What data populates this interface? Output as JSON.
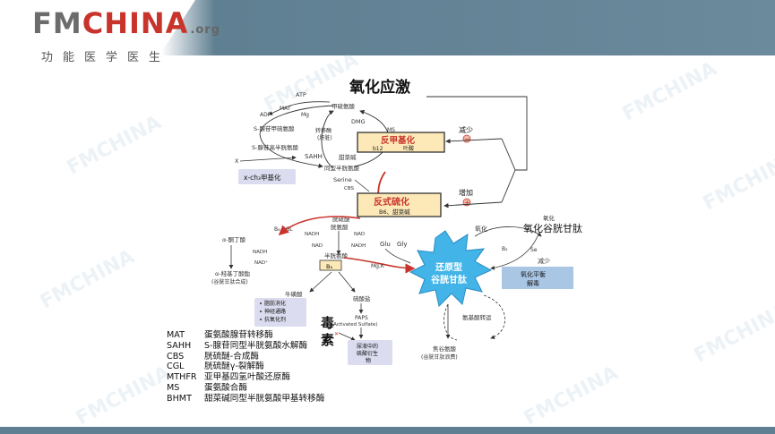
{
  "header": {
    "logo_main_a": "FM",
    "logo_main_b": "CHINA",
    "logo_org": ".org",
    "logo_sub": "功能医学医生"
  },
  "diagram": {
    "title": "氧化应激",
    "atp": "ATP",
    "adp": "ADP",
    "mat": "MAT",
    "mg": "Mg",
    "sam": "S-腺苷甲硫氨酸",
    "sah": "S-腺苷高半胱氨酸",
    "sahh": "SAHH",
    "x": "X",
    "xch3": "x-ch₃甲基化",
    "methionine": "甲硫氨酸",
    "dmg": "DMG",
    "ms": "MS",
    "transmethylase_1": "转移酶",
    "transmethylase_2": "(肝脏)",
    "betaine": "甜菜碱",
    "homocysteine": "同型半胱氨酸",
    "remethylation": "反甲基化",
    "b12": "b12",
    "folate": "叶酸",
    "decrease": "减少",
    "increase": "增加",
    "minus": "−",
    "plus": "+",
    "serine": "Serine",
    "cbs": "CBS",
    "transsulfuration": "反式硫化",
    "b6_betaine": "B6、甜菜碱",
    "cystathionine_1": "胱硫醚",
    "cystathionine_2": "胱氨酸",
    "b6cgl": "B₆  CGL",
    "nadh1": "NADH",
    "nad1": "NAD",
    "nadh2": "NADH",
    "nad2": "NAD",
    "nadh3": "NADH",
    "nadplus": "NAD⁺",
    "alpha_keto": "α-酮丁酸",
    "alpha_hydroxy_1": "α-羟基丁酸酯",
    "alpha_hydroxy_2": "(谷胱甘肽合成)",
    "cysteine": "半胱氨酸",
    "b6": "B₆",
    "glu": "Glu",
    "gly": "Gly",
    "mgk": "Mg,K",
    "gsh_1": "还原型",
    "gsh_2": "谷胱甘肽",
    "oxidation": "氧化",
    "oxidized_gsh": "氧化谷胱甘肽",
    "b2": "B₂",
    "se": "Se",
    "reduce_small": "减少",
    "redox_1": "氧化平衡",
    "redox_2": "解毒",
    "taurine": "牛磺酸",
    "taurine_effects": [
      "脂肪消化",
      "神经通路",
      "抗氧化剂"
    ],
    "sulfate": "硫酸盐",
    "paps": "PAPS",
    "paps_note": "(Activated Sulfate)",
    "toxin_1": "毒",
    "toxin_2": "素",
    "xmark": "✕",
    "urinary_1": "尿液中的",
    "urinary_2": "硫酸衍生",
    "urinary_3": "物",
    "gamma_transport": "氨基酸转运",
    "pyroglutamate_1": "焦谷氨酸",
    "pyroglutamate_2": "(谷胱甘肽浪费)"
  },
  "legend": [
    {
      "abbr": "MAT",
      "desc": "蛋氨酸腺苷转移酶"
    },
    {
      "abbr": "SAHH",
      "desc": "S-腺苷同型半胱氨酸水解酶"
    },
    {
      "abbr": "CBS",
      "desc": "胱硫醚-合成酶"
    },
    {
      "abbr": "CGL",
      "desc": "胱硫醚γ-裂解酶"
    },
    {
      "abbr": "MTHFR",
      "desc": "亚甲基四氢叶酸还原酶"
    },
    {
      "abbr": "MS",
      "desc": "蛋氨酸合酶"
    },
    {
      "abbr": "BHMT",
      "desc": "甜菜碱同型半胱氨酸甲基转移酶"
    }
  ],
  "colors": {
    "header": "#5f7f92",
    "red": "#c8342c",
    "yellow_box": "#fde9b8",
    "gsh_star": "#43b4e8",
    "purple_box": "#dcdcf0",
    "blue_box": "#a9c6e4"
  }
}
